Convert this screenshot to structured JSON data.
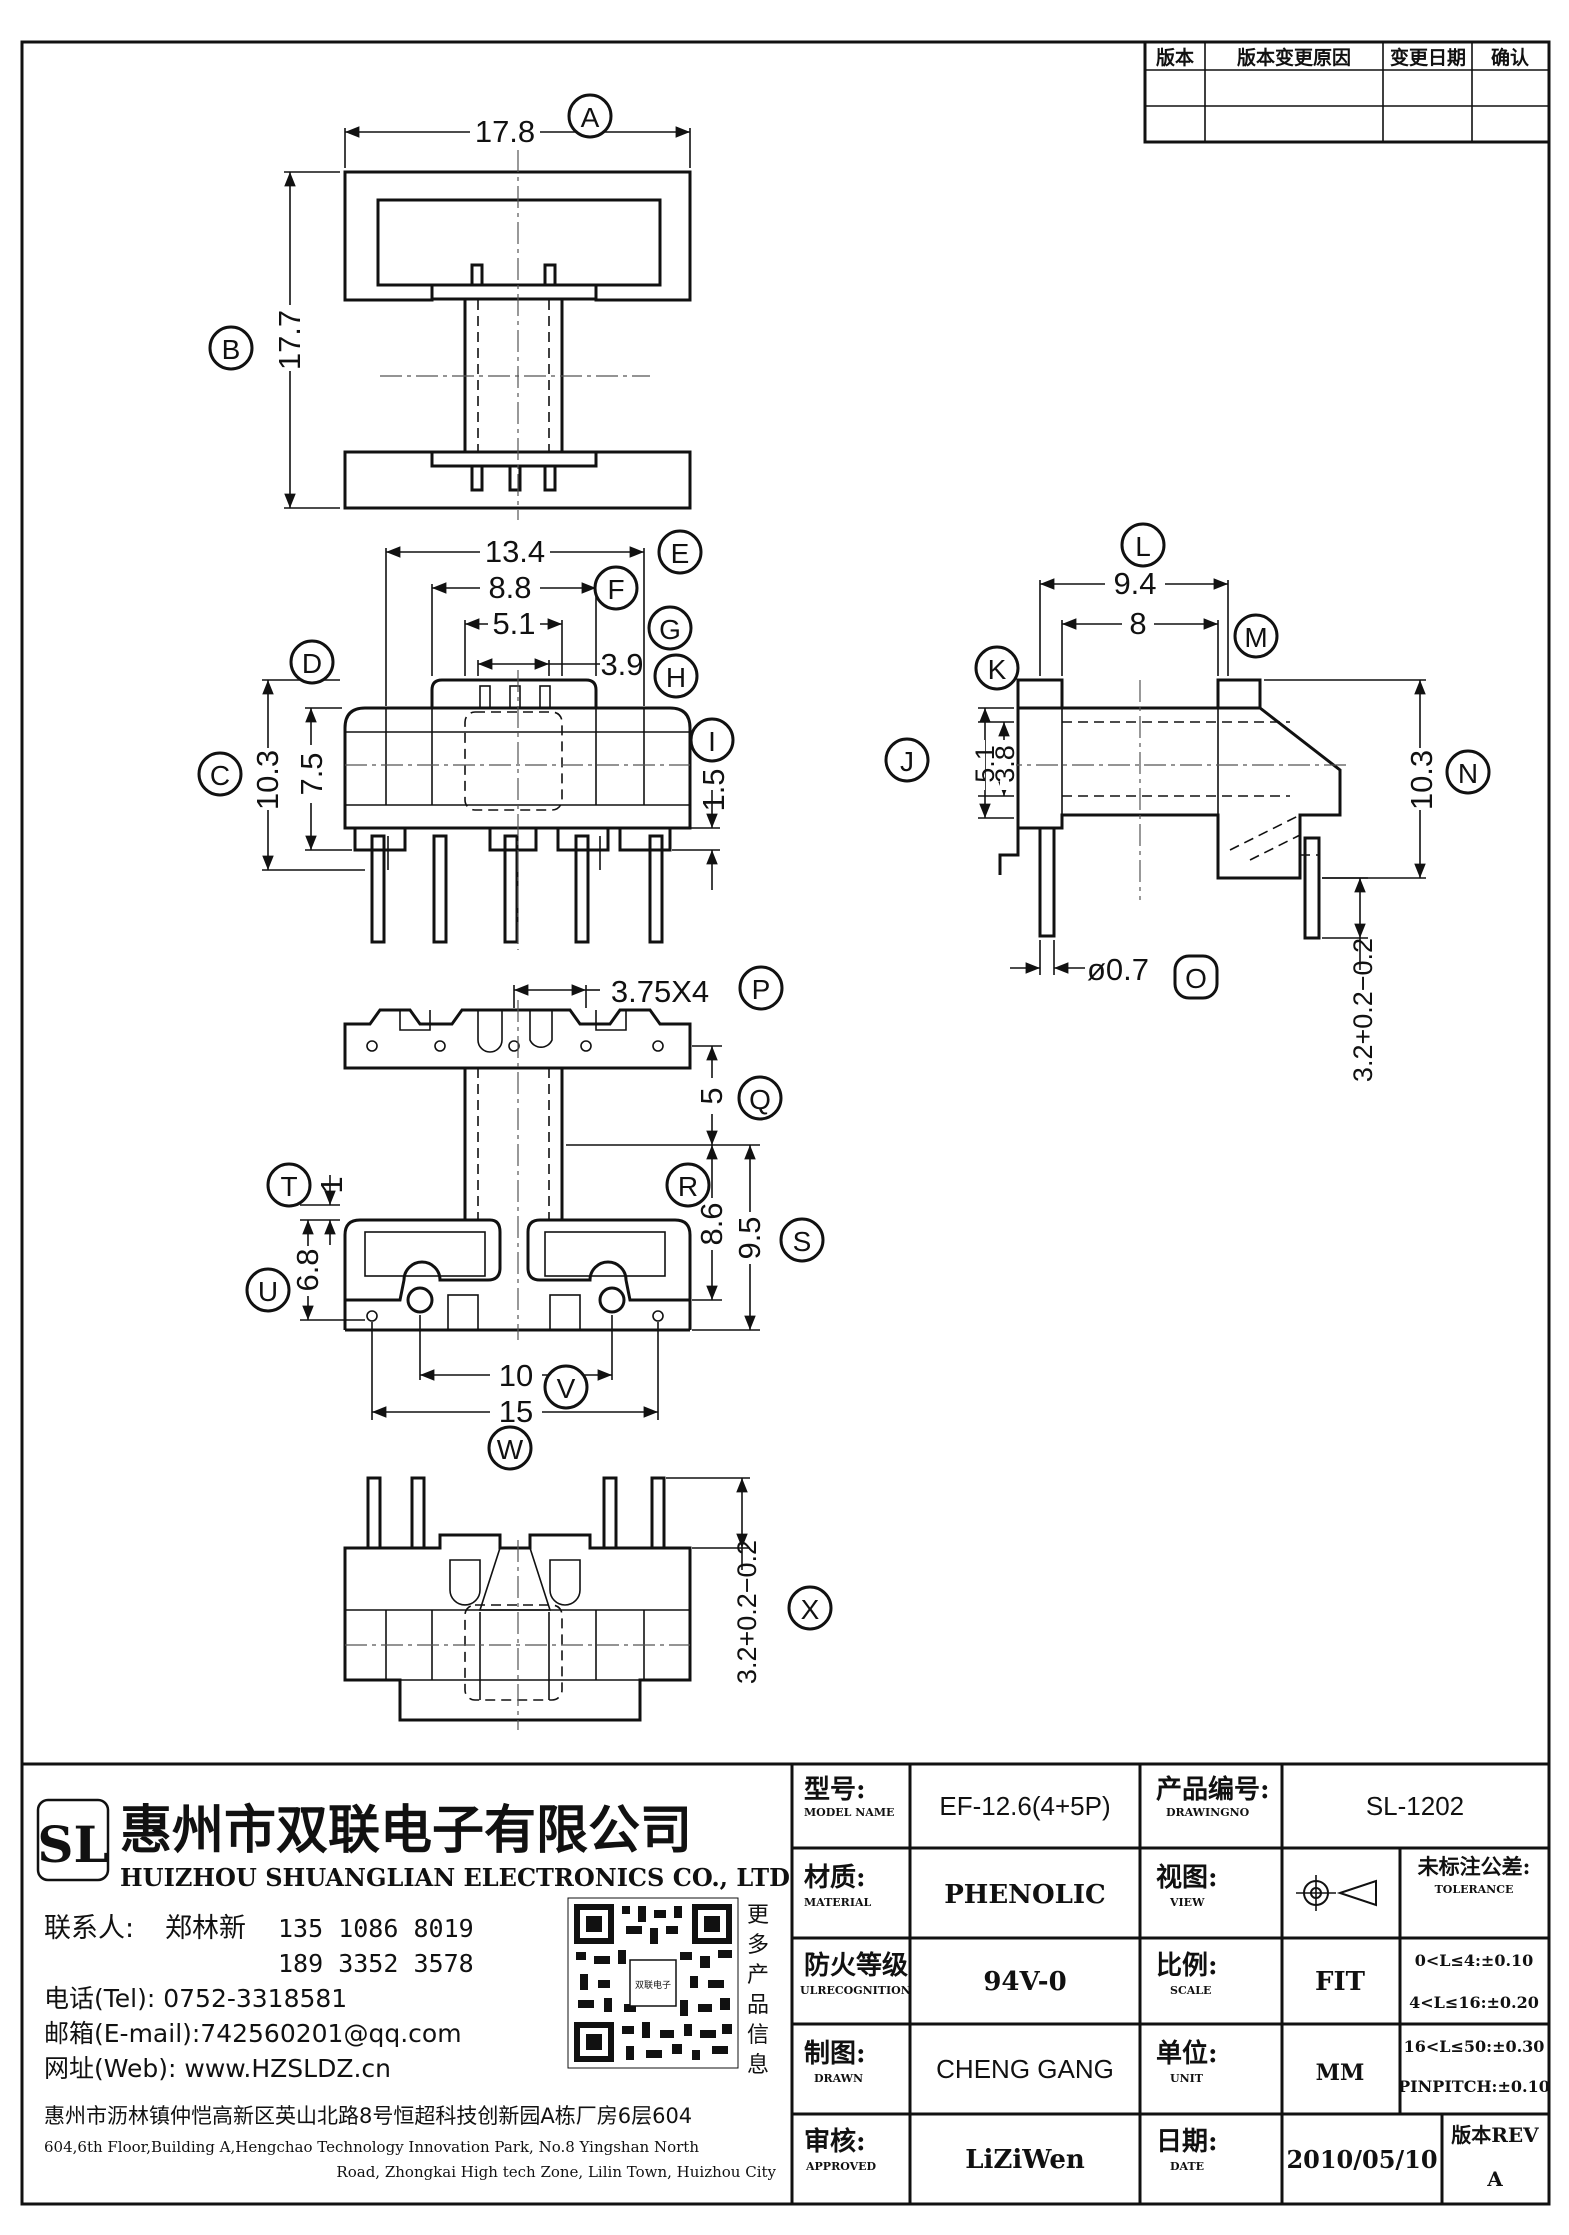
{
  "revision_table": {
    "headers": [
      "版本",
      "版本变更原因",
      "变更日期",
      "确认"
    ]
  },
  "dimensions": {
    "a": "17.8",
    "b": "17.7",
    "e": "13.4",
    "f": "8.8",
    "g": "5.1",
    "h": "3.9",
    "c": "10.3",
    "d": "7.5",
    "i": "1.5",
    "l": "9.4",
    "m": "8",
    "j1": "5.1",
    "j2": "3.8",
    "n": "10.3",
    "o": "ø0.7",
    "pin_len": "3.2+0.2−0.2",
    "p": "3.75X4",
    "q": "5",
    "r": "8.6",
    "s": "9.5",
    "t": "1",
    "u": "6.8",
    "v": "10",
    "w": "15",
    "x": "3.2+0.2−0.2"
  },
  "callouts": [
    "A",
    "B",
    "C",
    "D",
    "E",
    "F",
    "G",
    "H",
    "I",
    "J",
    "K",
    "L",
    "M",
    "N",
    "O",
    "P",
    "Q",
    "R",
    "S",
    "T",
    "U",
    "V",
    "W",
    "X"
  ],
  "company": {
    "name_cn": "惠州市双联电子有限公司",
    "name_en": "HUIZHOU SHUANGLIAN ELECTRONICS CO., LTD",
    "contact_label": "联系人:",
    "contact_name": "郑林新",
    "phone1": "135 1086 8019",
    "phone2": "189 3352 3578",
    "tel": "电话(Tel): 0752-3318581",
    "email": "邮箱(E-mail):742560201@qq.com",
    "web": "网址(Web): www.HZSLDZ.cn",
    "more_info": [
      "更",
      "多",
      "产",
      "品",
      "信",
      "息"
    ],
    "address_cn": "惠州市沥林镇仲恺高新区英山北路8号恒超科技创新园A栋厂房6层604",
    "address_en_1": "604,6th Floor,Building A,Hengchao Technology Innovation Park, No.8 Yingshan North",
    "address_en_2": "Road, Zhongkai High tech Zone, Lilin Town, Huizhou City",
    "logo_text": "SL",
    "qr_label": "双联电子"
  },
  "title_block": {
    "model_label_cn": "型号:",
    "model_label_en": "MODEL NAME",
    "model_value": "EF-12.6(4+5P)",
    "drawing_label_cn": "产品编号:",
    "drawing_label_en": "DRAWINGNO",
    "drawing_value": "SL-1202",
    "material_label_cn": "材质:",
    "material_label_en": "MATERIAL",
    "material_value": "PHENOLIC",
    "view_label_cn": "视图:",
    "view_label_en": "VIEW",
    "tolerance_label_cn": "未标注公差:",
    "tolerance_label_en": "TOLERANCE",
    "tol1": "0<L≤4:±0.10",
    "tol2": "4<L≤16:±0.20",
    "tol3": "16<L≤50:±0.30",
    "tol4": "PINPITCH:±0.10",
    "flame_label_cn": "防火等级",
    "flame_label_en": "ULRECOGNITION",
    "flame_value": "94V-0",
    "scale_label_cn": "比例:",
    "scale_label_en": "SCALE",
    "scale_value": "FIT",
    "drawn_label_cn": "制图:",
    "drawn_label_en": "DRAWN",
    "drawn_value": "CHENG GANG",
    "unit_label_cn": "单位:",
    "unit_label_en": "UNIT",
    "unit_value": "MM",
    "approved_label_cn": "审核:",
    "approved_label_en": "APPROVED",
    "approved_value": "LiZiWen",
    "date_label_cn": "日期:",
    "date_label_en": "DATE",
    "date_value": "2010/05/10",
    "rev_label": "版本REV",
    "rev_value": "A"
  }
}
